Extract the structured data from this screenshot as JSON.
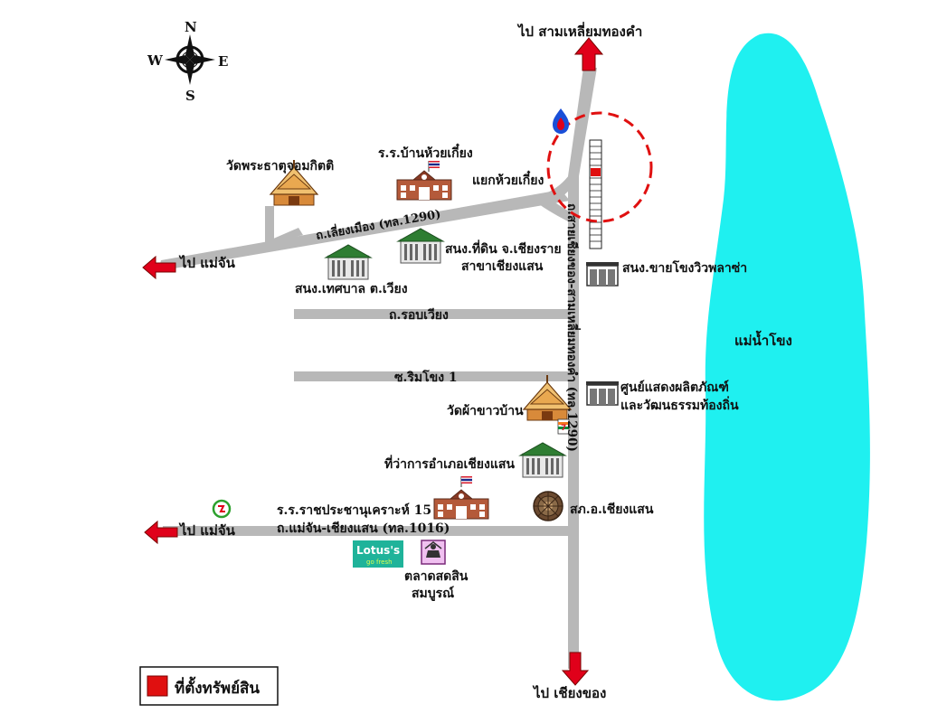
{
  "compass": {
    "n": "N",
    "s": "S",
    "e": "E",
    "w": "W"
  },
  "labels": {
    "to_samliam": "ไป สามเหลี่ยมทองคำ",
    "to_maechan_top": "ไป แม่จัน",
    "to_maechan_bottom": "ไป แม่จัน",
    "to_chiangkhong": "ไป เชียงของ",
    "wat_phrathat": "วัดพระธาตุจอมกิตติ",
    "school_huaykiang": "ร.ร.บ้านห้วยเกี๋ยง",
    "junction": "แยกห้วยเกี๋ยง",
    "road_liangmueang": "ถ.เลี่ยงเมือง (ทล.1290)",
    "land_office_1": "สนง.ที่ดิน จ.เชียงราย",
    "land_office_2": "สาขาเชียงแสน",
    "municipality": "สนง.เทศบาล ต.เวียง",
    "mekong_plaza": "สนง.ขายโขงวิวพลาซ่า",
    "road_robwiang": "ถ.รอบเวียง",
    "soi_rimkhong": "ซ.ริมโขง 1",
    "mekong_river": "แม่น้ำโขง",
    "exhibit_1": "ศูนย์แสดงผลิตภัณฑ์",
    "exhibit_2": "และวัฒนธรรมท้องถิ่น",
    "wat_phakhaoban": "วัดผ้าขาวบ้าน",
    "district_office": "ที่ว่าการอำเภอเชียงแสน",
    "school_ratprachanu": "ร.ร.ราชประชานุเคราะห์ 15",
    "police": "สภ.อ.เชียงแสน",
    "road_maechan": "ถ.แม่จัน-เชียงแสน (ทล.1016)",
    "main_road": "ถ.สายเชียงของ-สามเหลี่ยมทองคำ (ทล.1290)",
    "market_1": "ตลาดสดสิน",
    "market_2": "สมบูรณ์",
    "lotus_1": "Lotus's",
    "lotus_2": "go fresh"
  },
  "legend": {
    "label": "ที่ตั้งทรัพย์สิน"
  },
  "colors": {
    "road": "#b8b8b8",
    "river": "#1ff0f0",
    "arrow": "#e0001a",
    "marker": "#e01010",
    "circle": "#e01010",
    "lotus": "#1fb39a"
  },
  "icons": [
    "compass-rose-icon",
    "temple-icon",
    "school-icon",
    "thai-flag-icon",
    "government-building-icon",
    "shophouse-icon",
    "gas-station-icon",
    "7-eleven-icon",
    "police-emblem-icon",
    "market-icon",
    "pt-station-icon",
    "direction-arrow-icon"
  ]
}
